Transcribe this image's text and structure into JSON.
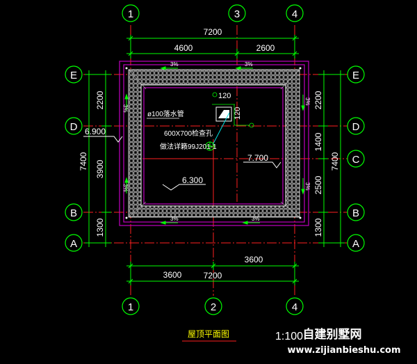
{
  "grid_bubbles": {
    "top": [
      "1",
      "3",
      "4"
    ],
    "bottom": [
      "1",
      "2",
      "4"
    ],
    "left": [
      "E",
      "D",
      "B",
      "A"
    ],
    "right": [
      "E",
      "D",
      "C",
      "B",
      "A"
    ]
  },
  "dimensions": {
    "top_total": "7200",
    "top_left": "4600",
    "top_right": "2600",
    "bottom_left": "3600",
    "bottom_right": "3600",
    "bottom_total": "7200",
    "left_seg_1": "2200",
    "left_seg_2": "3900",
    "left_seg_3": "1300",
    "left_total": "7400",
    "right_seg_1": "2200",
    "right_seg_2": "1400",
    "right_seg_3": "2500",
    "right_seg_4": "1300",
    "right_total": "7400"
  },
  "slopes": {
    "top_left": "3%",
    "top_right": "3%",
    "bottom_left": "3%",
    "bottom_right": "3%",
    "left_top": "3%",
    "left_bottom": "3%",
    "right_top": "3%",
    "right_bottom": "3%"
  },
  "elevations": {
    "left": "6.900",
    "center": "6.300",
    "right": "7.700"
  },
  "annotations": {
    "drain_pipe": "ø100落水管",
    "hatch_size": "600X700检查孔",
    "hatch_ref": "做法详籁99J201-1",
    "hole_dim_h": "120",
    "hole_dim_v": "120"
  },
  "footer": {
    "title": "屋顶平面图",
    "scale": "1:100",
    "brand_cn": "自建别墅网",
    "brand_url": "www.zijianbieshu.com"
  },
  "colors": {
    "background": "#000000",
    "grid_line": "#ff2020",
    "dimension": "#00ff00",
    "bubble": "#00ff00",
    "wall": "#c000c0",
    "tile": "#e8e8e8",
    "text": "#ffffff",
    "cyan": "#00e0e0",
    "footer_title": "#ffff00"
  }
}
